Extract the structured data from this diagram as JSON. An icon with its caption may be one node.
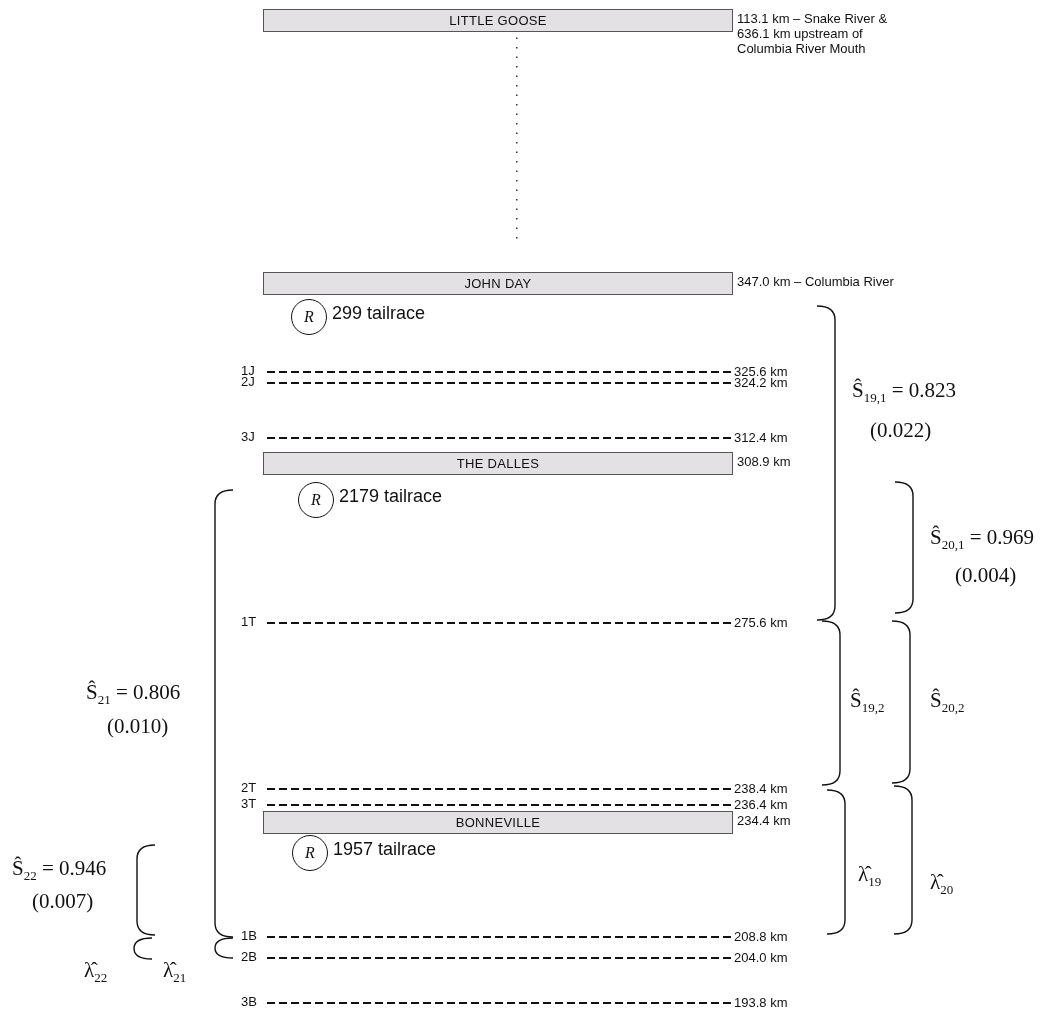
{
  "diagram": {
    "nodes": [
      {
        "text": [
          "LITTLE GOOSE"
        ],
        "beside": [
          "113.1 km – Snake River & 636.1 km upstream of Columbia River Mouth"
        ]
      },
      {
        "text": [
          "JOHN DAY"
        ],
        "beside": [
          "347.0 km – Columbia River"
        ]
      },
      {
        "text": [
          "R"
        ],
        "beside": [
          "299 tailrace"
        ]
      },
      {
        "text": [
          "1J"
        ],
        "beside": [
          "325.6 km"
        ]
      },
      {
        "text": [
          "2J"
        ],
        "beside": [
          "324.2 km"
        ]
      },
      {
        "text": [
          "3J"
        ],
        "beside": [
          "312.4 km"
        ]
      },
      {
        "text": [
          "THE DALLES"
        ],
        "beside": [
          "308.9 km"
        ]
      },
      {
        "text": [
          "R"
        ],
        "beside": [
          "2179 tailrace"
        ]
      },
      {
        "text": [
          "1T"
        ],
        "beside": [
          "275.6 km"
        ]
      },
      {
        "text": [
          "2T"
        ],
        "beside": [
          "238.4 km"
        ]
      },
      {
        "text": [
          "3T"
        ],
        "beside": [
          "236.4 km"
        ]
      },
      {
        "text": [
          "BONNEVILLE"
        ],
        "beside": [
          "234.4 km"
        ]
      },
      {
        "text": [
          "R"
        ],
        "beside": [
          "1957 tailrace"
        ]
      },
      {
        "text": [
          "1B"
        ],
        "beside": [
          "208.8 km"
        ]
      },
      {
        "text": [
          "2B"
        ],
        "beside": [
          "204.0 km"
        ]
      },
      {
        "text": [
          "3B"
        ],
        "beside": [
          "193.8 km"
        ]
      }
    ],
    "edges": [
      {
        "from": 0,
        "to": 1,
        "arrow": "none",
        "style": "dashed"
      }
    ],
    "labels": [
      "Ŝ$_{19,1}$ = 0.823",
      "(0.022)",
      "Ŝ$_{20,1}$ = 0.969",
      "(0.004)",
      "Ŝ$_{21}$ = 0.806",
      "(0.010)",
      "Ŝ$_{19,2}$",
      "Ŝ$_{20,2}$",
      "λ̂$_{19}$",
      "λ̂$_{20}$",
      "Ŝ$_{22}$ = 0.946",
      "(0.007)",
      "λ̂$_{22}$",
      "λ̂$_{21}$"
    ]
  }
}
